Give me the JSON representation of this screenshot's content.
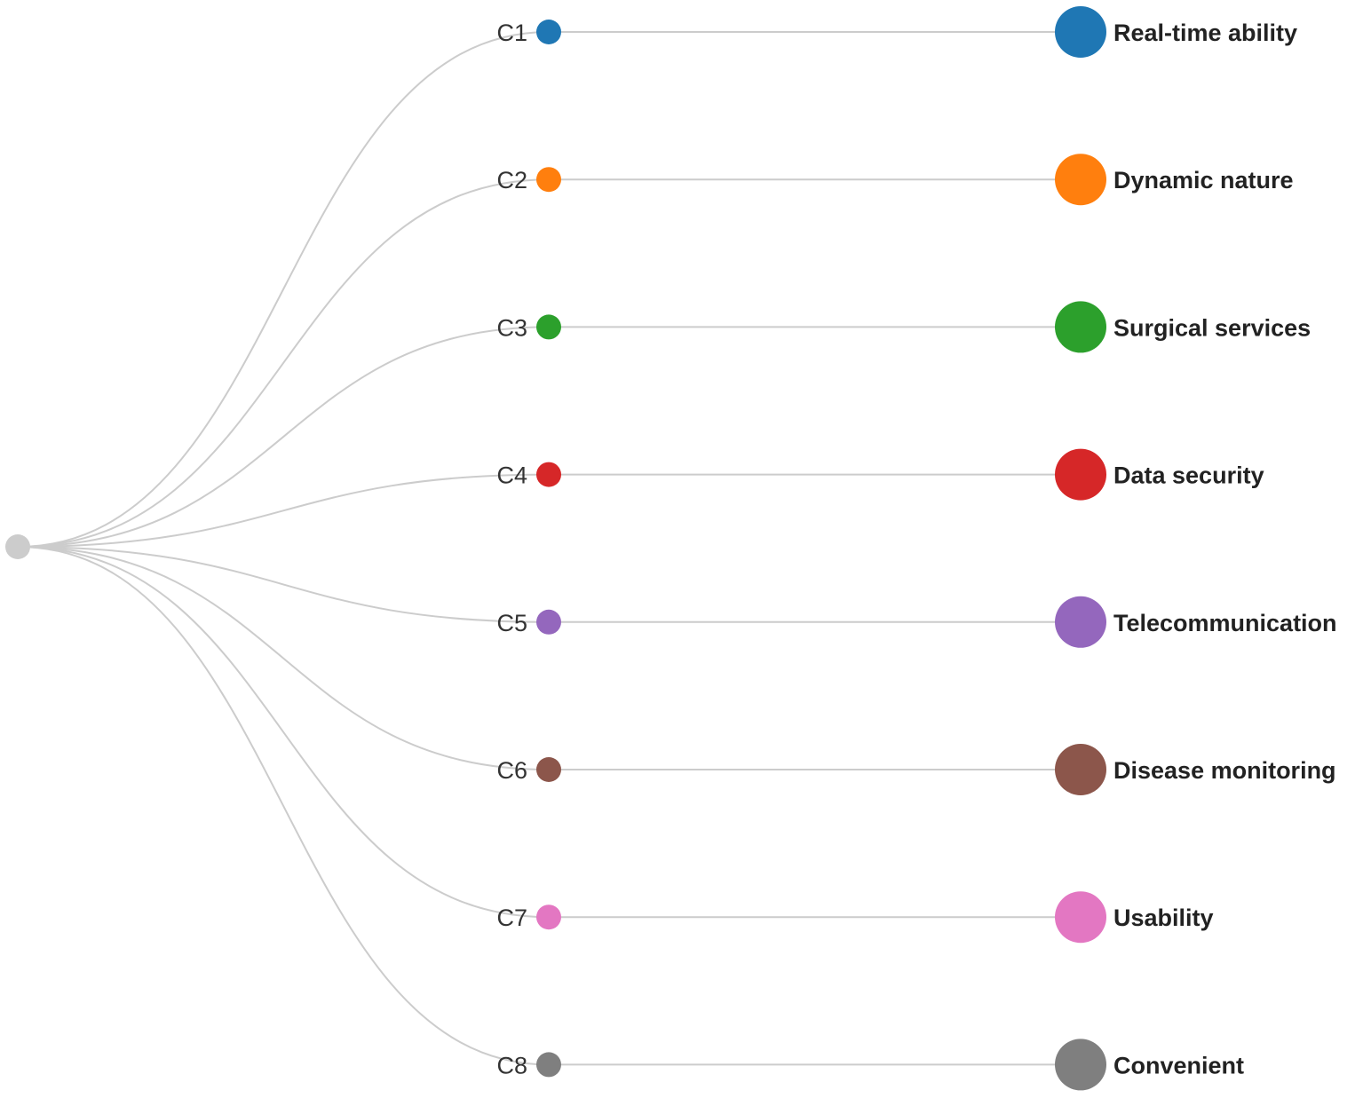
{
  "root": {
    "color": "#cccccc"
  },
  "link_color": "#cccccc",
  "nodes": [
    {
      "code": "C1",
      "name": "Real-time ability",
      "color": "#1f77b4"
    },
    {
      "code": "C2",
      "name": "Dynamic nature",
      "color": "#ff7f0e"
    },
    {
      "code": "C3",
      "name": "Surgical services",
      "color": "#2ca02c"
    },
    {
      "code": "C4",
      "name": "Data security",
      "color": "#d62728"
    },
    {
      "code": "C5",
      "name": "Telecommunication",
      "color": "#9467bd"
    },
    {
      "code": "C6",
      "name": "Disease monitoring",
      "color": "#8c564b"
    },
    {
      "code": "C7",
      "name": "Usability",
      "color": "#e377c2"
    },
    {
      "code": "C8",
      "name": "Convenient",
      "color": "#7f7f7f"
    }
  ]
}
